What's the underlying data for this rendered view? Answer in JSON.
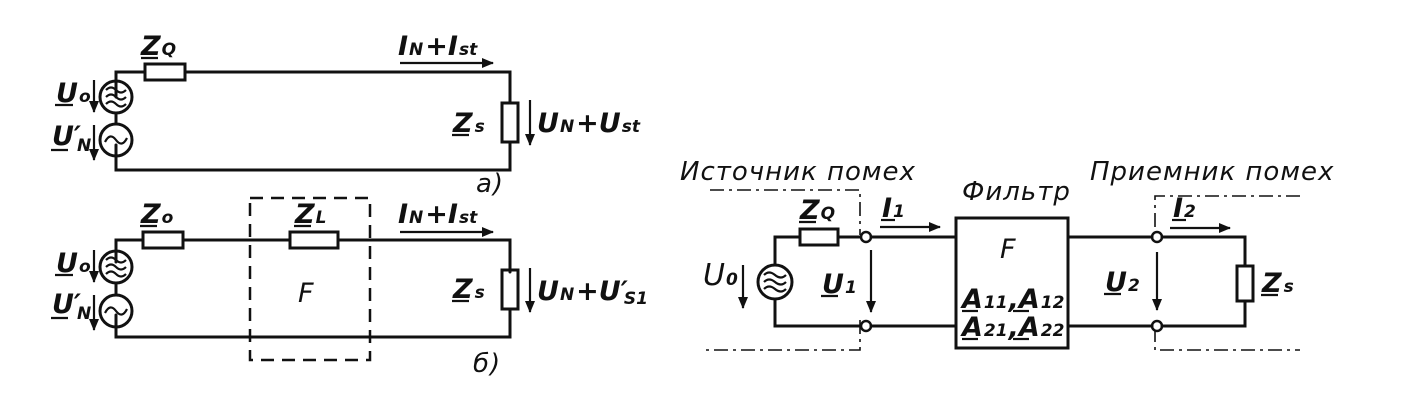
{
  "diagram_a": {
    "source_impedance": "Z",
    "source_impedance_sub": "Q",
    "source_voltage": "U",
    "source_voltage_sub": "o",
    "noise_voltage": "U′",
    "noise_voltage_sub": "N",
    "current_1": "I",
    "current_1_sub": "N",
    "current_2": "I",
    "current_2_sub": "st",
    "load_impedance": "Z",
    "load_impedance_sub": "s",
    "load_voltage_1": "U",
    "load_voltage_1_sub": "N",
    "load_voltage_2": "U",
    "load_voltage_2_sub": "st",
    "caption": "a)"
  },
  "diagram_b": {
    "source_impedance": "Z",
    "source_impedance_sub": "o",
    "source_voltage": "U",
    "source_voltage_sub": "o",
    "noise_voltage": "U′",
    "noise_voltage_sub": "N",
    "filter_impedance": "Z",
    "filter_impedance_sub": "L",
    "filter_label": "F",
    "current_1": "I",
    "current_1_sub": "N",
    "current_2": "I",
    "current_2_sub": "st",
    "load_impedance": "Z",
    "load_impedance_sub": "s",
    "load_voltage_1": "U",
    "load_voltage_1_sub": "N",
    "load_voltage_2": "U′",
    "load_voltage_2_sub": "S1",
    "caption": "б)"
  },
  "diagram_c": {
    "source_title": "Источник помех",
    "filter_title": "Фильтр",
    "receiver_title": "Приемник помех",
    "source_voltage": "U",
    "source_voltage_sub": "0",
    "source_impedance": "Z",
    "source_impedance_sub": "Q",
    "input_voltage": "U",
    "input_voltage_sub": "1",
    "input_current": "I",
    "input_current_sub": "1",
    "filter_label": "F",
    "param_a11": "A",
    "param_a11_sub": "11",
    "param_a12": "A",
    "param_a12_sub": "12",
    "param_a21": "A",
    "param_a21_sub": "21",
    "param_a22": "A",
    "param_a22_sub": "22",
    "output_voltage": "U",
    "output_voltage_sub": "2",
    "output_current": "I",
    "output_current_sub": "2",
    "load_impedance": "Z",
    "load_impedance_sub": "s"
  }
}
